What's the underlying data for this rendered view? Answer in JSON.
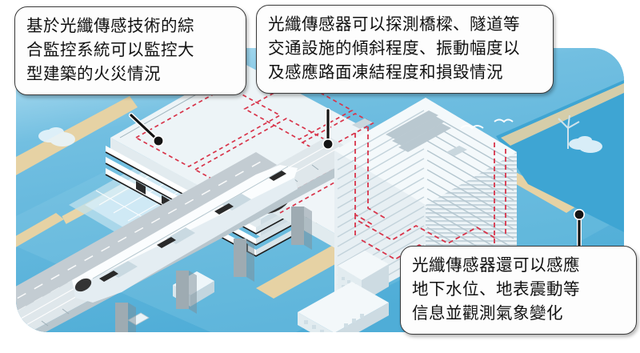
{
  "illustration": {
    "title": "fiber-optic-sensing-city-isometric-illustration",
    "colors": {
      "water": "#51afd8",
      "water_light": "#a9dcf0",
      "road_beige": "#e8d5a8",
      "highway_gray": "#c3ccd2",
      "building_white": "#f2f6f8",
      "sensor_line_red": "#d8344a",
      "outline_dark": "#2f2f2f",
      "panel_bg": "#ffffff"
    },
    "elements": [
      "low-rise-building-with-roof-sensors",
      "parking-lot",
      "tunnel-with-sensor-lines",
      "elevated-rail-viaduct",
      "high-speed-train",
      "highway-with-bus-and-cars",
      "skyscraper-with-sensor-lines",
      "small-warehouse-buildings",
      "clouds",
      "wind-turbines"
    ]
  },
  "callouts": [
    {
      "id": "callout-building-fire",
      "lines": [
        "基於光纖傳感技術的綜",
        "合監控系統可以監控大",
        "型建築的火災情況"
      ],
      "pointer_target": "low-rise-building-roof"
    },
    {
      "id": "callout-bridge-tunnel",
      "lines": [
        "光纖傳感器可以探測橋樑、隧道等",
        "交通設施的傾斜程度、振動幅度以",
        "及感應路面凍結程度和損毀情況"
      ],
      "pointer_target": "tunnel"
    },
    {
      "id": "callout-groundwater-seismic",
      "lines": [
        "光纖傳感器還可以感應",
        "地下水位、地表震動等",
        "信息並觀測氣象變化"
      ],
      "pointer_target": "ground-near-skyscraper"
    }
  ]
}
